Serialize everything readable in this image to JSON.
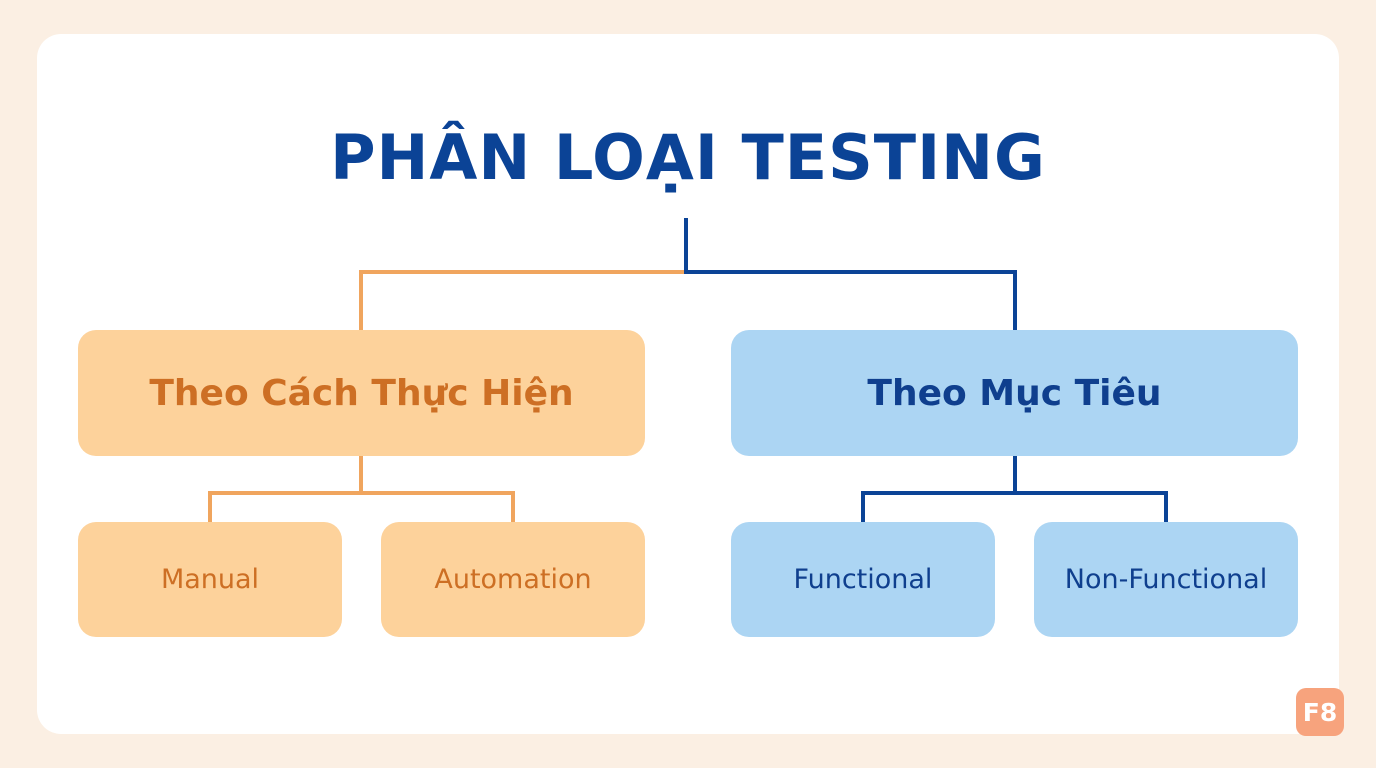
{
  "title": "PHÂN LOẠI TESTING",
  "colors": {
    "page_background": "#fbefe3",
    "card_background": "#ffffff",
    "title": "#0b4396",
    "orange_fill": "#fdd29b",
    "orange_text": "#cd6f24",
    "orange_line": "#f0a55e",
    "blue_fill": "#acd5f3",
    "blue_text": "#0f3f8e",
    "blue_line": "#0b4396",
    "badge": "#f7a37d"
  },
  "branches": [
    {
      "label": "Theo Cách Thực Hiện",
      "theme": "orange",
      "children": [
        {
          "label": "Manual"
        },
        {
          "label": "Automation"
        }
      ]
    },
    {
      "label": "Theo Mục Tiêu",
      "theme": "blue",
      "children": [
        {
          "label": "Functional"
        },
        {
          "label": "Non-Functional"
        }
      ]
    }
  ],
  "badge": {
    "label": "F8"
  }
}
